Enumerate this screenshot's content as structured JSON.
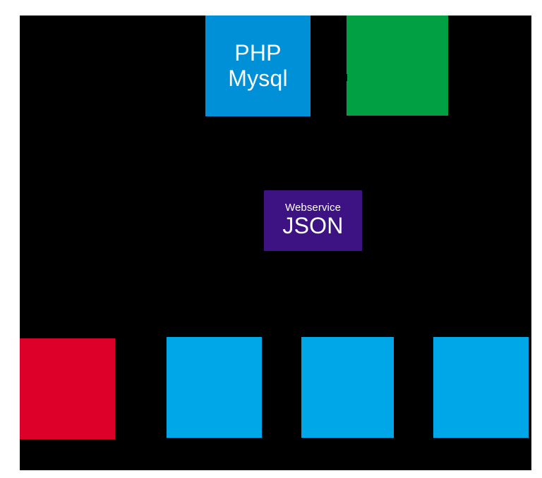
{
  "canvas": {
    "background": "#000000",
    "page_background": "#ffffff"
  },
  "nodes": [
    {
      "id": "php-mysql",
      "name": "php-mysql-node",
      "color": "#0090d7",
      "line_secondary": "",
      "line_primary": "PHP",
      "line_primary_2": "Mysql"
    },
    {
      "id": "green",
      "name": "green-node",
      "color": "#00a043",
      "line_secondary": "",
      "line_primary": ""
    },
    {
      "id": "webservice",
      "name": "webservice-node",
      "color": "#3d1282",
      "line_secondary": "Webservice",
      "line_primary": "JSON"
    },
    {
      "id": "red",
      "name": "red-node",
      "color": "#dd0029",
      "line_secondary": "",
      "line_primary": ""
    },
    {
      "id": "blue-1",
      "name": "blue-node-1",
      "color": "#00a7e8",
      "line_secondary": "",
      "line_primary": ""
    },
    {
      "id": "blue-2",
      "name": "blue-node-2",
      "color": "#00a7e8",
      "line_secondary": "",
      "line_primary": ""
    },
    {
      "id": "blue-3",
      "name": "blue-node-3",
      "color": "#00a7e8",
      "line_secondary": "",
      "line_primary": ""
    }
  ]
}
